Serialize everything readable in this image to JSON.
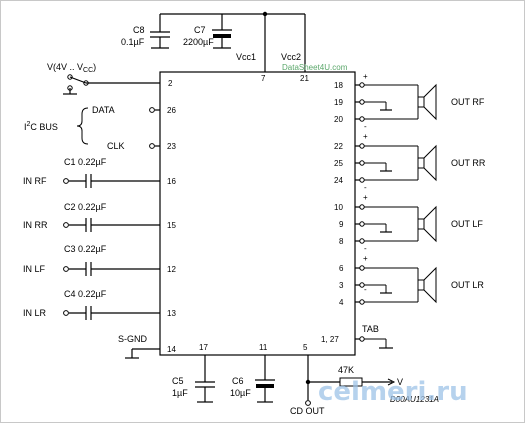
{
  "caps": {
    "c8": {
      "name": "C8",
      "value": "0.1µF"
    },
    "c7": {
      "name": "C7",
      "value": "2200µF"
    },
    "c1": {
      "name": "C1",
      "value": "0.22µF"
    },
    "c2": {
      "name": "C2",
      "value": "0.22µF"
    },
    "c3": {
      "name": "C3",
      "value": "0.22µF"
    },
    "c4": {
      "name": "C4",
      "value": "0.22µF"
    },
    "c5": {
      "name": "C5",
      "value": "1µF"
    },
    "c6": {
      "name": "C6",
      "value": "10µF"
    }
  },
  "supply": {
    "vcc1": "Vcc1",
    "vcc2": "Vcc2",
    "vin_label": "V(4V .. V",
    "vin_sub": "CC",
    "vin_end": ")"
  },
  "bus": {
    "label": "I",
    "sup": "2",
    "rest": "C BUS",
    "data": "DATA",
    "clk": "CLK"
  },
  "inputs": {
    "rf": "IN RF",
    "rr": "IN RR",
    "lf": "IN LF",
    "lr": "IN LR"
  },
  "outputs": {
    "rf": "OUT RF",
    "rr": "OUT RR",
    "lf": "OUT LF",
    "lr": "OUT LR"
  },
  "pins": {
    "p2": "2",
    "p26": "26",
    "p23": "23",
    "p16": "16",
    "p15": "15",
    "p12": "12",
    "p13": "13",
    "p14": "14",
    "p7": "7",
    "p21": "21",
    "p17": "17",
    "p11": "11",
    "p5": "5",
    "p18": "18",
    "p19": "19",
    "p20": "20",
    "p22": "22",
    "p25": "25",
    "p24": "24",
    "p10": "10",
    "p9": "9",
    "p8": "8",
    "p6": "6",
    "p3": "3",
    "p4": "4",
    "p127": "1, 27"
  },
  "labels": {
    "sgnd": "S-GND",
    "tab": "TAB",
    "cdout": "CD OUT",
    "res": "47K",
    "v": "V",
    "plus": "+",
    "minus": "-",
    "code": "D00AU1231A"
  },
  "watermarks": {
    "small": "DataSheet4U.com",
    "big": "celmeri.ru"
  }
}
